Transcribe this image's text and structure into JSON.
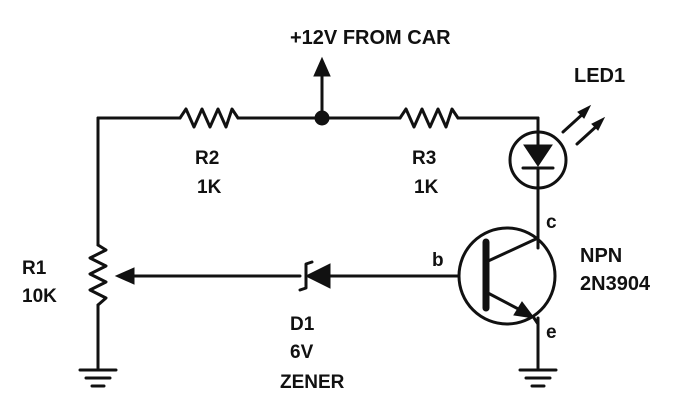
{
  "supply": {
    "label": "+12V  FROM CAR"
  },
  "led": {
    "label": "LED1"
  },
  "r1": {
    "name": "R1",
    "value": "10K"
  },
  "r2": {
    "name": "R2",
    "value": "1K"
  },
  "r3": {
    "name": "R3",
    "value": "1K"
  },
  "d1": {
    "name": "D1",
    "voltage": "6V",
    "type": "ZENER"
  },
  "transistor": {
    "type": "NPN",
    "part": "2N3904",
    "pin_collector": "c",
    "pin_base": "b",
    "pin_emitter": "e"
  }
}
